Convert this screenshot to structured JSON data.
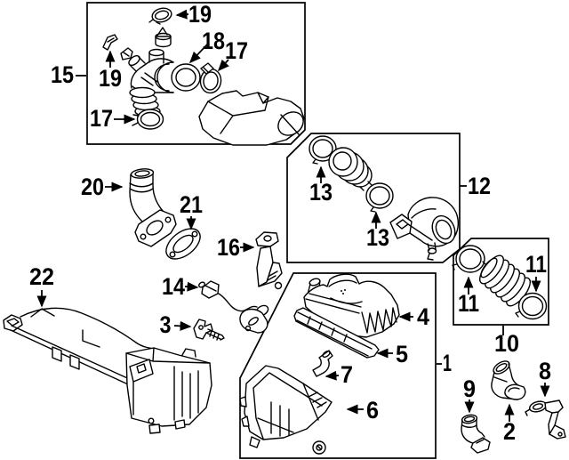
{
  "diagram": {
    "type": "exploded-parts-diagram",
    "background_color": "#ffffff",
    "line_color": "#000000",
    "text_color": "#000000"
  },
  "callouts": {
    "1": "1",
    "2": "2",
    "3": "3",
    "4": "4",
    "5": "5",
    "6": "6",
    "7": "7",
    "8": "8",
    "9": "9",
    "10": "10",
    "11": "11",
    "12": "12",
    "13": "13",
    "14": "14",
    "15": "15",
    "16": "16",
    "17": "17",
    "18": "18",
    "19": "19",
    "20": "20",
    "21": "21",
    "22": "22"
  },
  "boxed_assemblies": [
    {
      "callout": "15",
      "member_callouts": [
        "17",
        "18",
        "19"
      ]
    },
    {
      "callout": "12",
      "member_callouts": [
        "13"
      ]
    },
    {
      "callout": "10",
      "member_callouts": [
        "11"
      ]
    },
    {
      "callout": "1",
      "member_callouts": [
        "4",
        "5",
        "6",
        "7"
      ]
    }
  ]
}
